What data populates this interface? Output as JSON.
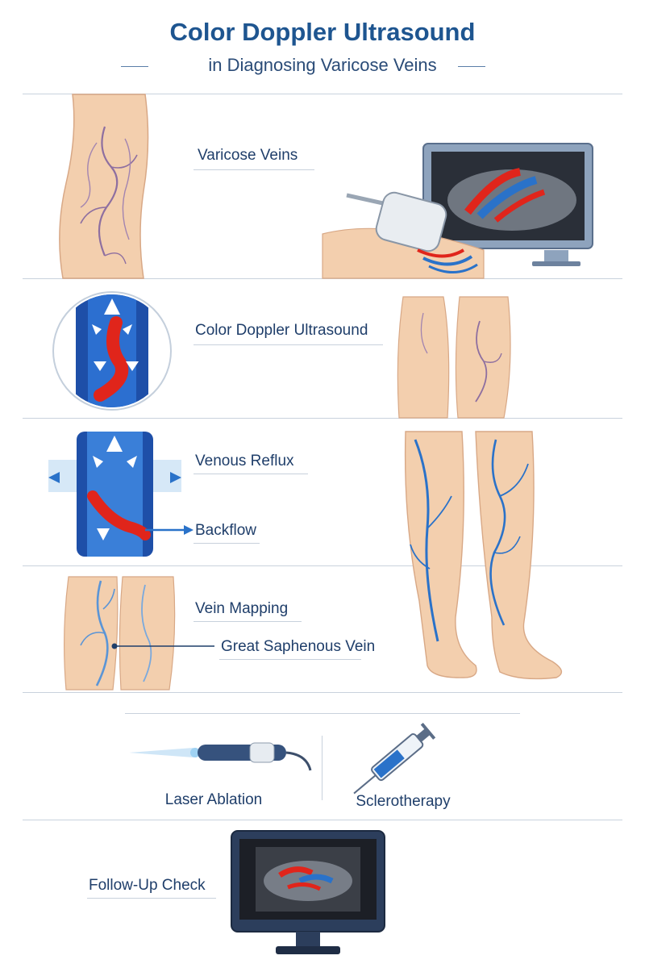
{
  "header": {
    "title": "Color Doppler Ultrasound",
    "subtitle": "in Diagnosing Varicose Veins"
  },
  "sections": {
    "varicose": {
      "label": "Varicose Veins"
    },
    "doppler": {
      "label": "Color Doppler Ultrasound"
    },
    "reflux": {
      "label": "Venous Reflux",
      "backflow_label": "Backflow"
    },
    "mapping": {
      "label": "Vein Mapping",
      "vein_label": "Great Saphenous Vein"
    },
    "treatments": {
      "laser_label": "Laser Ablation",
      "sclero_label": "Sclerotherapy"
    },
    "followup": {
      "label": "Follow-Up Check"
    }
  },
  "colors": {
    "title": "#1e5590",
    "label": "#1f3e6a",
    "vein_blue": "#2a72c9",
    "flow_red": "#e0251b",
    "skin": "#f3cfae",
    "monitor": "#2c3e5c"
  },
  "icons": [
    "ultrasound-probe-icon",
    "laser-device-icon",
    "syringe-icon",
    "monitor-icon",
    "arrow-icon",
    "crescent-icon"
  ]
}
